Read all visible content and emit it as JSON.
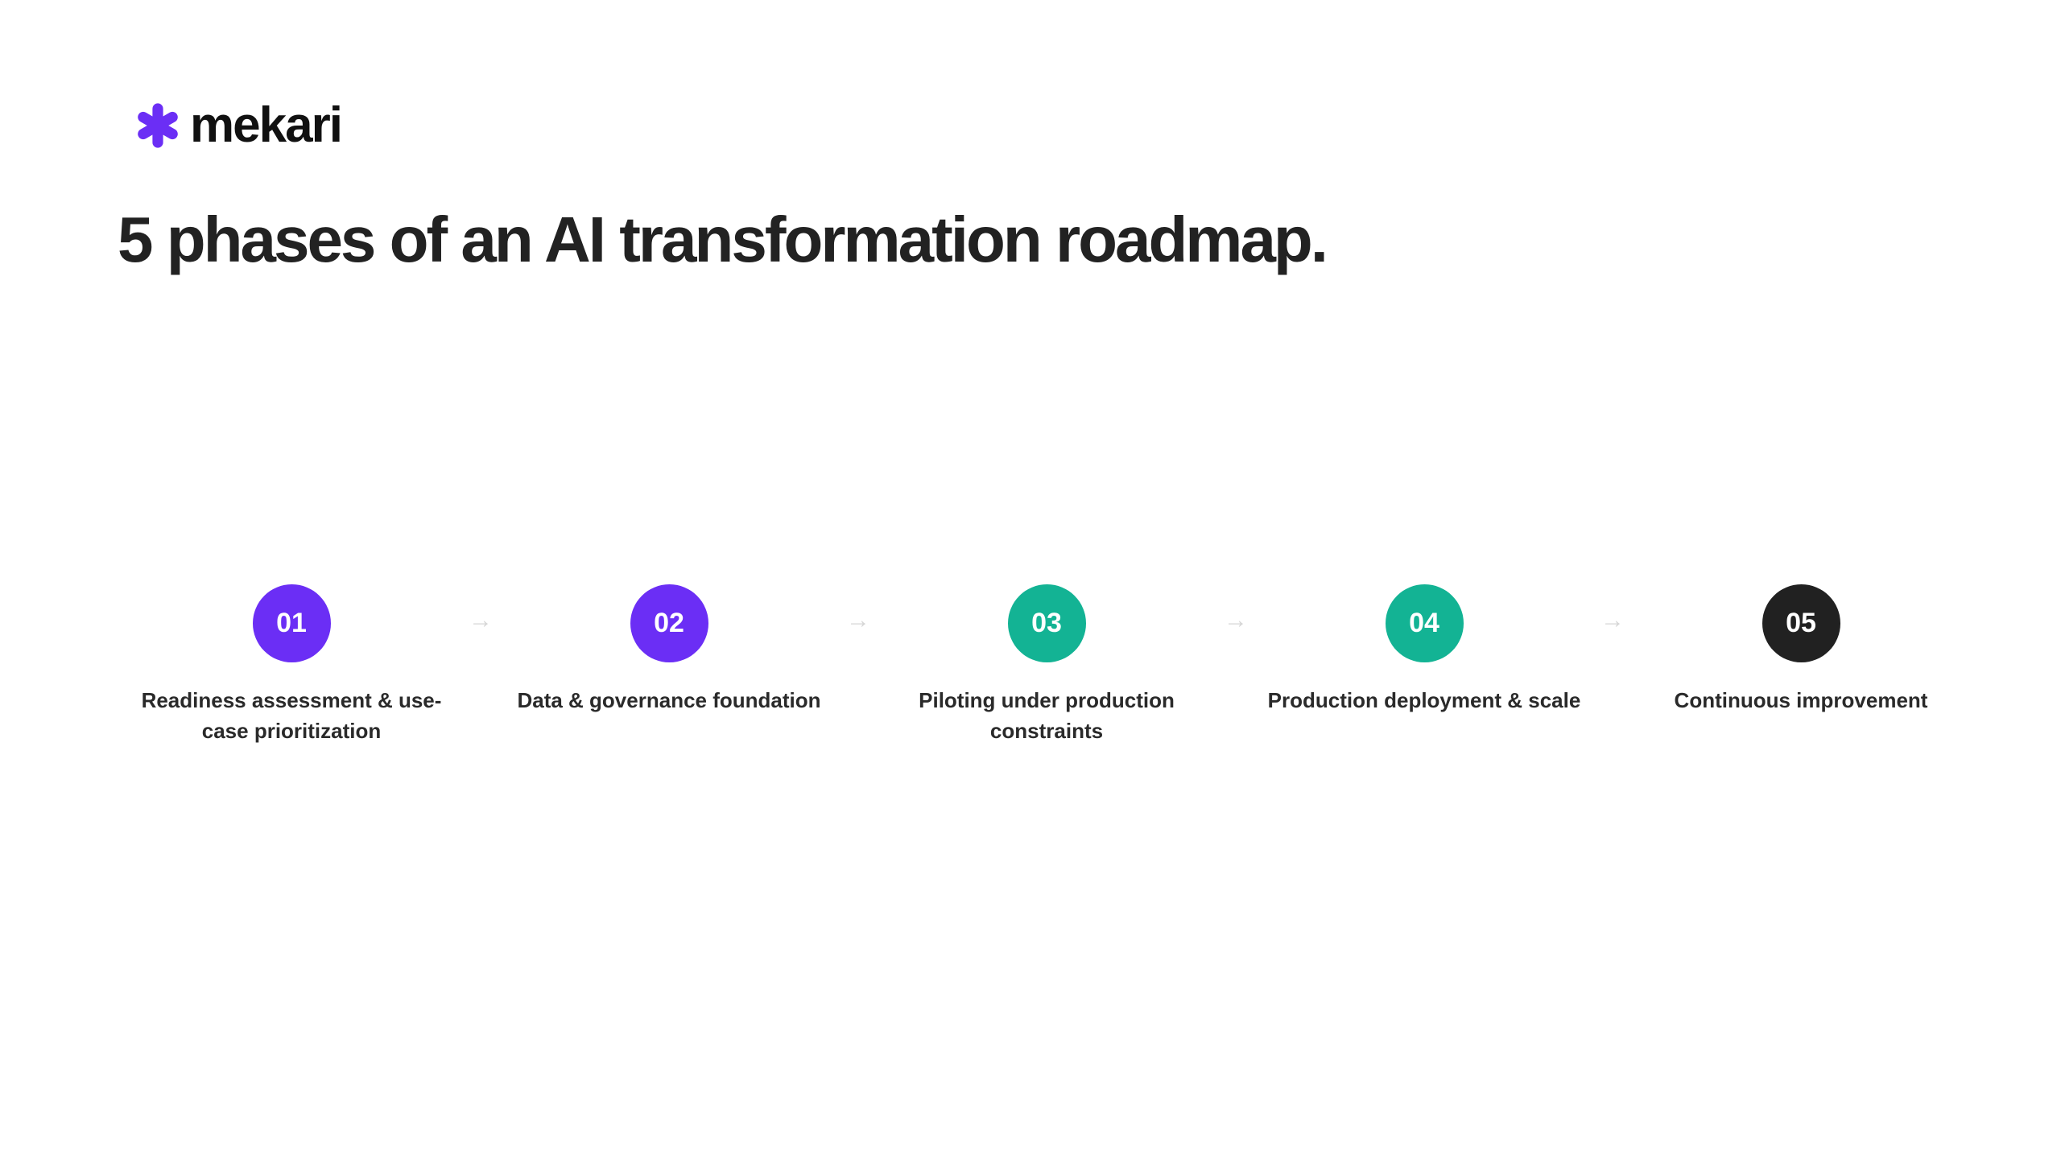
{
  "brand": {
    "name": "mekari",
    "mark_icon": "asterisk-star-icon",
    "accent": "#6B2EF5"
  },
  "title": "5 phases of an AI transformation roadmap.",
  "phases": [
    {
      "number": "01",
      "label": "Readiness assessment & use-case prioritization",
      "color": "#6B2EF5"
    },
    {
      "number": "02",
      "label": "Data & governance foundation",
      "color": "#6B2EF5"
    },
    {
      "number": "03",
      "label": "Piloting under production constraints",
      "color": "#13B394"
    },
    {
      "number": "04",
      "label": "Production deployment & scale",
      "color": "#13B394"
    },
    {
      "number": "05",
      "label": "Continuous improvement",
      "color": "#212121"
    }
  ],
  "connector": {
    "glyph": "→",
    "icon": "arrow-right-icon",
    "color": "#D6D6D6"
  }
}
